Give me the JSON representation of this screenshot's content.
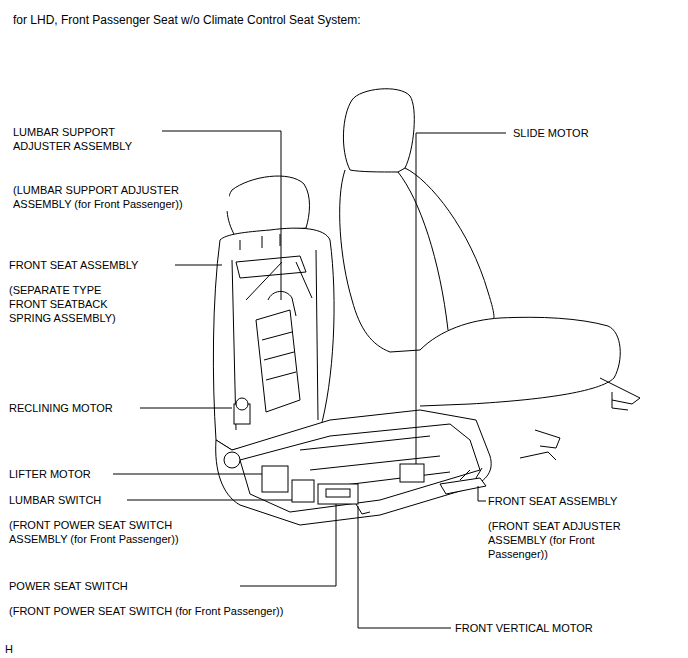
{
  "diagram": {
    "title": "for LHD, Front Passenger Seat w/o Climate Control Seat System:",
    "labels": [
      "LUMBAR SUPPORT ADJUSTER ASSEMBLY",
      "(LUMBAR SUPPORT ADJUSTER ASSEMBLY (for Front Passenger))",
      "FRONT SEAT ASSEMBLY",
      "(SEPARATE TYPE FRONT SEATBACK SPRING ASSEMBLY)",
      "RECLINING MOTOR",
      "LIFTER MOTOR",
      "LUMBAR SWITCH",
      "(FRONT POWER SEAT SWITCH ASSEMBLY (for Front Passenger))",
      "POWER SEAT SWITCH",
      "(FRONT POWER SEAT SWITCH (for Front Passenger))",
      "SLIDE MOTOR",
      "FRONT SEAT ASSEMBLY",
      "(FRONT SEAT ADJUSTER ASSEMBLY (for Front Passenger))",
      "FRONT VERTICAL MOTOR",
      "H"
    ]
  }
}
